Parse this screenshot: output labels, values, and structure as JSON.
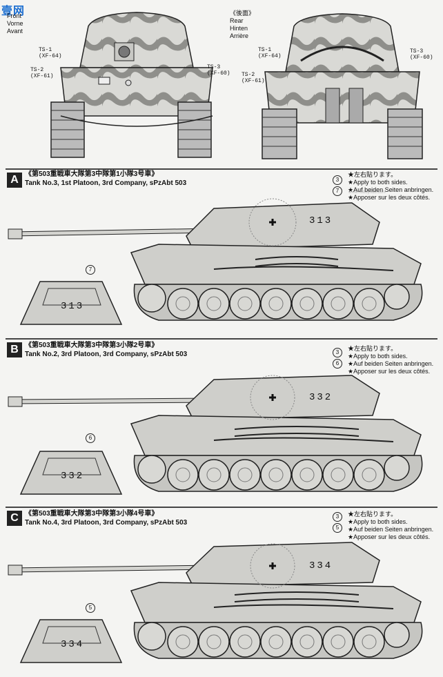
{
  "watermark": {
    "logo_text": "壹网",
    "site_text": "www.hobbyhub.com"
  },
  "front_view": {
    "label_lines": [
      "Front",
      "Vorne",
      "Avant"
    ]
  },
  "rear_view": {
    "label_lines": [
      "《後面》",
      "Rear",
      "Hinten",
      "Arrière"
    ]
  },
  "callouts": {
    "ts1": {
      "code": "TS-1",
      "ref": "(XF-64)"
    },
    "ts2": {
      "code": "TS-2",
      "ref": "(XF-61)"
    },
    "ts3": {
      "code": "TS-3",
      "ref": "(XF-60)"
    }
  },
  "decal_note_lines": [
    "★左右貼ります。",
    "★Apply to both sides.",
    "★Auf beiden Seiten anbringen.",
    "★Apposer sur les deux côtés."
  ],
  "tanks": [
    {
      "letter": "A",
      "jp_caption": "《第503重戦車大隊第3中隊第1小隊3号車》",
      "en_caption": "Tank No.3, 1st Platoon, 3rd Company, sPzAbt 503",
      "number": "313",
      "decal_a": "3",
      "decal_b": "7",
      "detail_decal": "7"
    },
    {
      "letter": "B",
      "jp_caption": "《第503重戦車大隊第3中隊第3小隊2号車》",
      "en_caption": "Tank No.2, 3rd Platoon, 3rd Company, sPzAbt 503",
      "number": "332",
      "decal_a": "3",
      "decal_b": "6",
      "detail_decal": "6"
    },
    {
      "letter": "C",
      "jp_caption": "《第503重戦車大隊第3中隊第3小隊4号車》",
      "en_caption": "Tank No.4, 3rd Platoon, 3rd Company, sPzAbt 503",
      "number": "334",
      "decal_a": "3",
      "decal_b": "5",
      "detail_decal": "5"
    }
  ],
  "colors": {
    "hull_gray": "#cfcfcb",
    "outline": "#222222",
    "dark": "#8a8a86"
  }
}
